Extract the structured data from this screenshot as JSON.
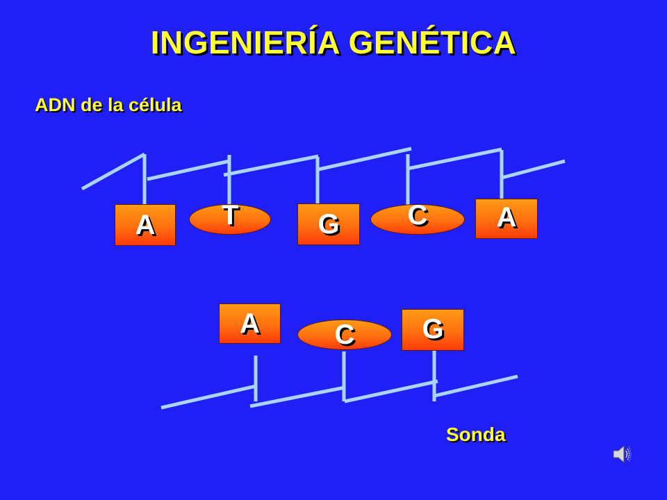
{
  "slide": {
    "title": "INGENIERÍA GENÉTICA",
    "subtitle": "ADN de la célula",
    "probe_label": "Sonda"
  },
  "dna_strand": {
    "bases": [
      "A",
      "T",
      "G",
      "C",
      "A"
    ]
  },
  "probe_strand": {
    "bases": [
      "A",
      "C",
      "G"
    ]
  },
  "icons": {
    "speaker": "speaker-icon"
  },
  "colors": {
    "background": "#1f1ff6",
    "text": "#ffff33",
    "backbone": "#aad4ff",
    "base_fill": "#ff7010"
  }
}
